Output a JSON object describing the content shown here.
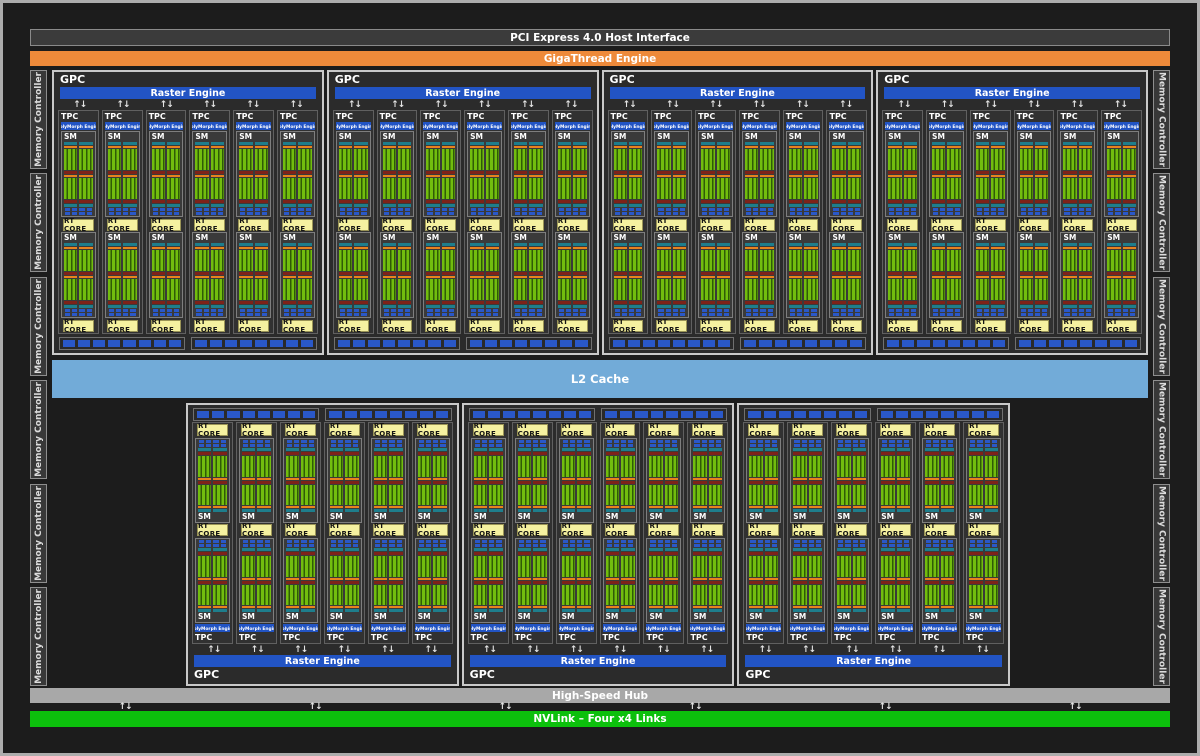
{
  "title_bars": {
    "pcie": "PCI Express 4.0 Host Interface",
    "gigathread": "GigaThread Engine",
    "l2_cache": "L2 Cache",
    "high_speed_hub": "High-Speed Hub",
    "nvlink": "NVLink – Four x4 Links"
  },
  "memory": {
    "label": "Memory Controller",
    "left_count": 6,
    "right_count": 6
  },
  "gpc": {
    "gpc_label": "GPC",
    "raster_label": "Raster Engine",
    "tpc_label": "TPC",
    "polymorph_label": "PolyMorph Engine",
    "sm_label": "SM",
    "rt_core_label": "RT CORE",
    "top_row_count": 4,
    "bottom_row_count": 3,
    "tpcs_per_gpc": 6,
    "sms_per_tpc": 2,
    "sm_core_columns": 2,
    "core_blocks_per_column": 2,
    "ldst_rows_per_sm": 2,
    "ldst_segments_per_row": 4,
    "texture_bars_per_gpc": 2,
    "segments_per_texture_bar": 8
  },
  "arrows": {
    "up": "↑",
    "down": "↓",
    "hub_arrow_pairs": 6
  },
  "colors": {
    "bg": "#1C1C1C",
    "frame": "#ACACAC",
    "bar_dark": "#3B3B3B",
    "gigathread_orange": "#EE8A3A",
    "raster_blue": "#2254C4",
    "seg_blue": "#2A58C8",
    "l2_blue": "#72ABD8",
    "hub_gray": "#A8A8A8",
    "nvlink_green": "#0CC00C",
    "rt_yellow": "#F5F1A0",
    "core_green": "#72BD0E",
    "core_dark": "#2F5B06",
    "teal": "#1E7E8C",
    "orange": "#E8821E",
    "maroon": "#7E2219"
  }
}
